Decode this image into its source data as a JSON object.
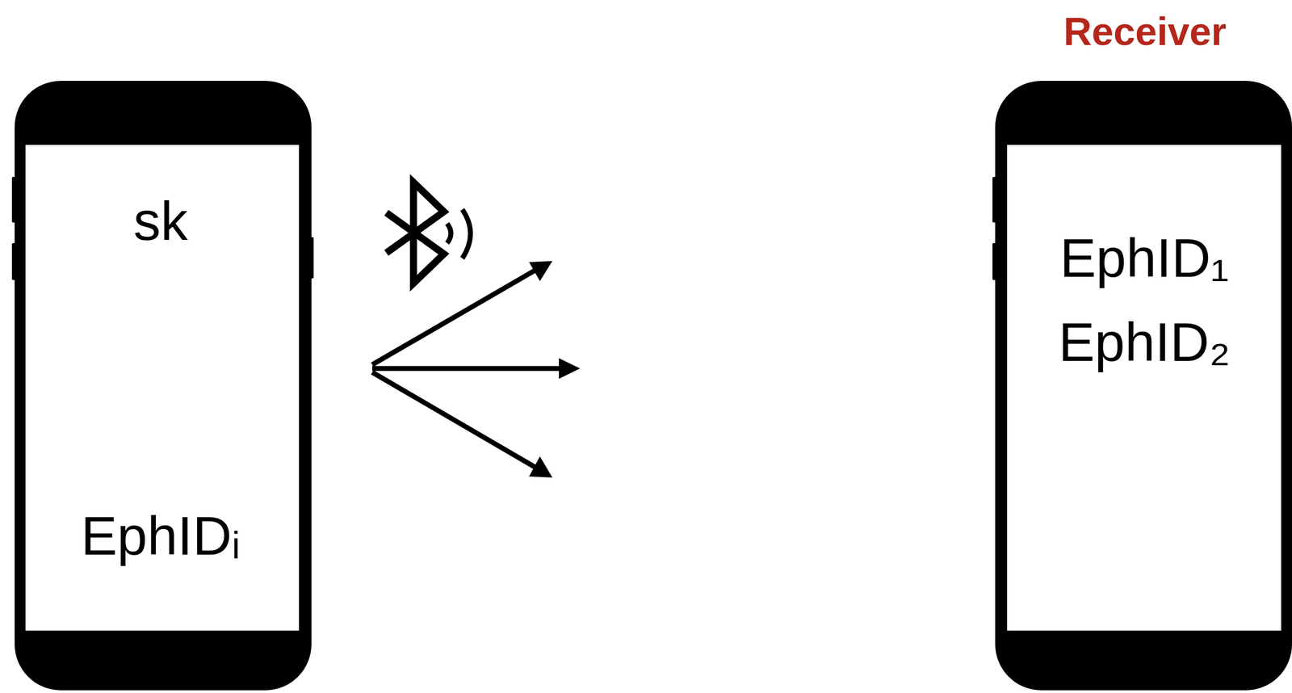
{
  "diagram": {
    "nodes": [
      {
        "text": [
          "sk",
          "EphIDᵢ"
        ]
      },
      {
        "text": [
          "Receiver",
          "EphID₁",
          "EphID₂"
        ]
      }
    ]
  }
}
